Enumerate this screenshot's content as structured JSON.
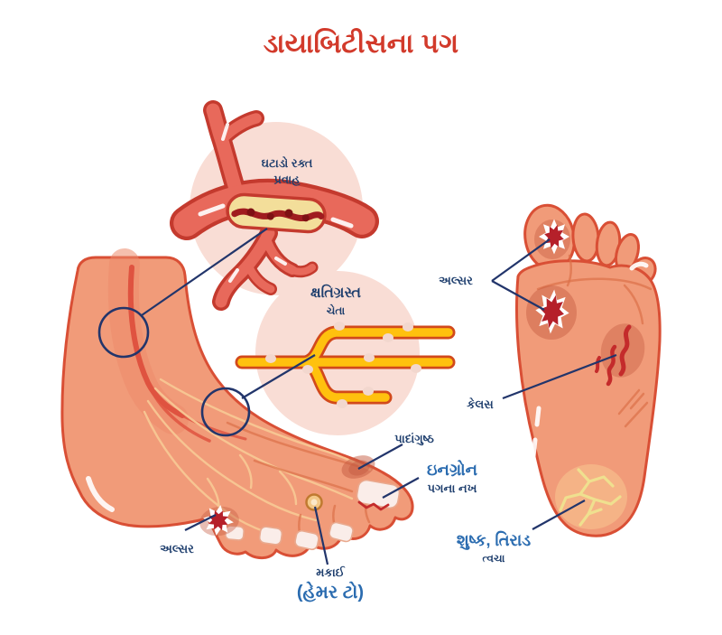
{
  "title": "ડાયાબિટીસના પગ",
  "labels": {
    "reduced_blood_flow_1": "ઘટાડો રક્ત",
    "reduced_blood_flow_2": "પ્રવાહ",
    "damaged_nerves_1": "ક્ષતિગ્રસ્ત",
    "damaged_nerves_2": "ચેતા",
    "ulcer_right": "અલ્સર",
    "callus": "કેલસ",
    "bunion": "પાદાંગુષ્ઠ",
    "ingrown_1": "ઇનગ્રોન",
    "ingrown_2": "પગના નખ",
    "corn_1": "મકાઈ",
    "corn_2": "(હેમર ટો)",
    "ulcer_left": "અલ્સર",
    "dry_skin_1": "શુષ્ક, તિરાડ",
    "dry_skin_2": "ત્વચા"
  },
  "colors": {
    "title": "#d23a2b",
    "label_navy": "#1f3f6e",
    "label_blue": "#2b6cb0",
    "foot_fill": "#f19b79",
    "foot_outline": "#d94f35",
    "vessel_fill": "#e8695b",
    "vessel_outline": "#c43a2e",
    "nerve_yellow": "#ffc10e",
    "nerve_outline": "#d2491b",
    "pink_circle": "#f9ddd5",
    "leader_line": "#22356b",
    "ulcer_red": "#b5202a",
    "plaque": "#f3de9a",
    "crack_yellow": "#efe08f",
    "page_bg": "#ffffff"
  }
}
